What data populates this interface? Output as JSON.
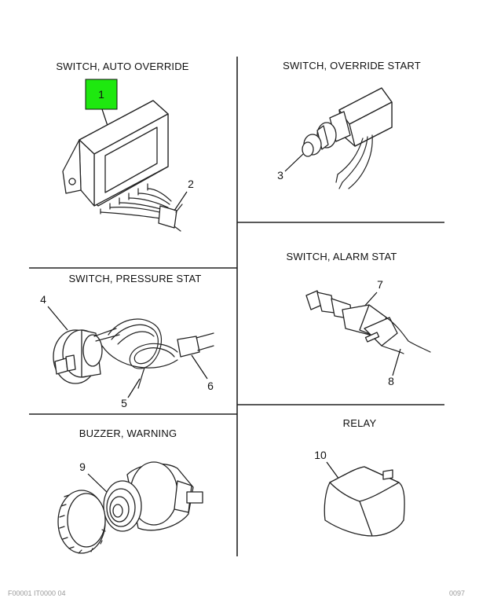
{
  "panels": {
    "auto_override": {
      "title": "SWITCH, AUTO OVERRIDE",
      "callouts": [
        "1",
        "2"
      ],
      "highlight_color": "#1ee80f"
    },
    "override_start": {
      "title": "SWITCH, OVERRIDE START",
      "callouts": [
        "3"
      ]
    },
    "pressure_stat": {
      "title": "SWITCH, PRESSURE STAT",
      "callouts": [
        "4",
        "5",
        "6"
      ]
    },
    "alarm_stat": {
      "title": "SWITCH, ALARM STAT",
      "callouts": [
        "7",
        "8"
      ]
    },
    "buzzer": {
      "title": "BUZZER, WARNING",
      "callouts": [
        "9"
      ]
    },
    "relay": {
      "title": "RELAY",
      "callouts": [
        "10"
      ]
    }
  },
  "footer": {
    "left": "F00001 IT0000 04",
    "right": "0097"
  }
}
